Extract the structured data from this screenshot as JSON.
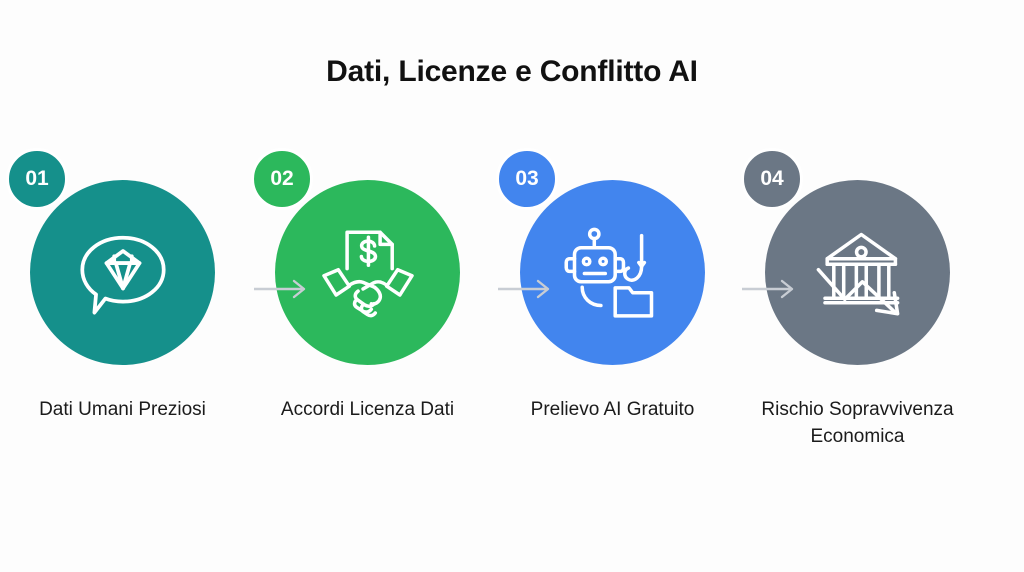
{
  "title": "Dati, Licenze e Conflitto AI",
  "background_color": "#fdfdfd",
  "title_color": "#111111",
  "connector": {
    "color": "#c8cdd4",
    "icon": "arrow-right-icon",
    "count": 3
  },
  "steps": [
    {
      "number": "01",
      "label": "Dati Umani Preziosi",
      "color": "#15908b",
      "icon": "speech-bubble-diamond-icon"
    },
    {
      "number": "02",
      "label": "Accordi Licenza Dati",
      "color": "#2cb85c",
      "icon": "handshake-dollar-document-icon"
    },
    {
      "number": "03",
      "label": "Prelievo AI Gratuito",
      "color": "#4285ee",
      "icon": "robot-fishhook-folder-icon"
    },
    {
      "number": "04",
      "label": "Rischio Sopravvivenza Economica",
      "color": "#6b7785",
      "icon": "bank-declining-arrow-icon"
    }
  ]
}
